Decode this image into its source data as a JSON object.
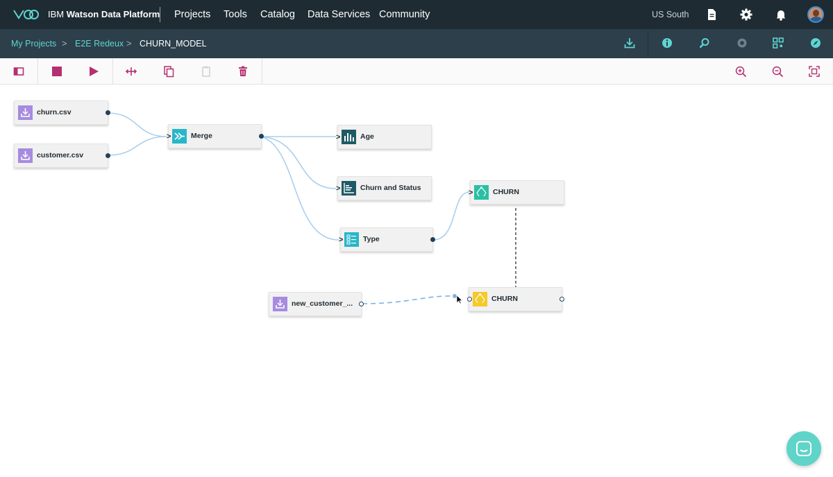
{
  "topnav": {
    "brand_prefix": "IBM",
    "brand_name": "Watson Data Platform",
    "items": [
      "Projects",
      "Tools",
      "Catalog",
      "Data Services",
      "Community"
    ],
    "region": "US South",
    "icons": [
      "document-icon",
      "settings-gear-icon",
      "notification-bell-icon",
      "user-avatar"
    ]
  },
  "breadcrumb": {
    "items": [
      "My Projects",
      "E2E Redeux",
      "CHURN_MODEL"
    ],
    "separator": ">",
    "actions": [
      "download-icon",
      "info-icon",
      "find-icon",
      "palette-icon",
      "settings-grid-icon",
      "compass-icon"
    ]
  },
  "toolbar": {
    "left": [
      "toggle-palette-icon",
      "stop-icon",
      "run-icon",
      "split-icon",
      "copy-icon",
      "paste-icon",
      "delete-icon"
    ],
    "right": [
      "zoom-in-icon",
      "zoom-out-icon",
      "fit-to-screen-icon"
    ]
  },
  "colors": {
    "nav_bg": "#1e2b33",
    "crumb_bg": "#2c3f4a",
    "accent_teal": "#5fd4d0",
    "toolbar_icon": "#b4306f",
    "link_line": "#a9cfee",
    "import_node": "#a78be0",
    "merge_node": "#29b6c9",
    "graph_node": "#1d5a66",
    "model_node": "#2bbfa4",
    "scored_model": "#f5c928"
  },
  "nodes": {
    "churn_csv": "churn.csv",
    "customer_csv": "customer.csv",
    "merge": "Merge",
    "age": "Age",
    "churn_status": "Churn and Status",
    "type": "Type",
    "churn_model": "CHURN",
    "new_customer": "new_customer_...",
    "churn_scored": "CHURN"
  }
}
